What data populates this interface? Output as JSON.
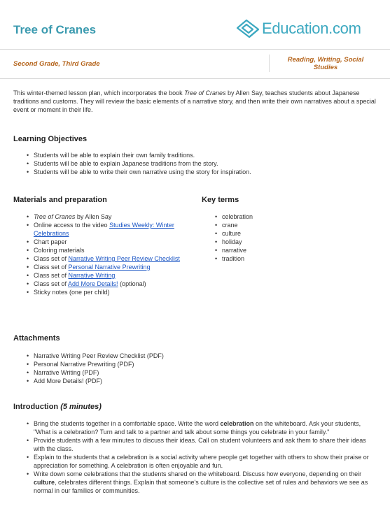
{
  "header": {
    "title": "Tree of Cranes",
    "logo_text": "Education.com"
  },
  "meta": {
    "grade": "Second Grade, Third Grade",
    "subjects_line1": "Reading, Writing, Social",
    "subjects_line2": "Studies"
  },
  "summary": {
    "part1": "This winter-themed lesson plan, which incorporates the book ",
    "book": "Tree of Cranes",
    "part2": " by Allen Say, teaches students about Japanese traditions and customs. They will review the basic elements of a narrative story, and then write their own narratives about a special event or moment in their life."
  },
  "objectives": {
    "heading": "Learning Objectives",
    "items": [
      "Students will be able to explain their own family traditions.",
      "Students will be able to explain Japanese traditions from the story.",
      "Students will be able to write their own narrative using the story for inspiration."
    ]
  },
  "materials": {
    "heading": "Materials and preparation",
    "book_title": "Tree of Cranes",
    "book_author": " by Allen Say",
    "video_prefix": "Online access to the video ",
    "video_link": "Studies Weekly: Winter Celebrations",
    "chart_paper": "Chart paper",
    "coloring": "Coloring materials",
    "class_set_of": "Class set of ",
    "peer_review_link": "Narrative Writing Peer Review Checklist",
    "prewriting_link": "Personal Narrative Prewriting",
    "narrative_link": "Narrative Writing",
    "details_link": "Add More Details!",
    "optional": " (optional)",
    "sticky": "Sticky notes (one per child)"
  },
  "key_terms": {
    "heading": "Key terms",
    "items": [
      "celebration",
      "crane",
      "culture",
      "holiday",
      "narrative",
      "tradition"
    ]
  },
  "attachments": {
    "heading": "Attachments",
    "items": [
      "Narrative Writing Peer Review Checklist (PDF)",
      "Personal Narrative Prewriting (PDF)",
      "Narrative Writing (PDF)",
      "Add More Details! (PDF)"
    ]
  },
  "introduction": {
    "heading": "Introduction",
    "minutes": "(5 minutes)",
    "item1_a": "Bring the students together in a comfortable space. Write the word ",
    "item1_bold": "celebration",
    "item1_b": " on the whiteboard. Ask your students, \"What is a celebration? Turn and talk to a partner and talk about some things you celebrate in your family.\"",
    "item2": "Provide students with a few minutes to discuss their ideas. Call on student volunteers and ask them to share their ideas with the class.",
    "item3": "Explain to the students that a celebration is a social activity where people get together with others to show their praise or appreciation for something. A celebration is often enjoyable and fun.",
    "item4_a": "Write down some celebrations that the students shared on the whiteboard. Discuss how everyone, depending on their ",
    "item4_bold": "culture",
    "item4_b": ", celebrates different things. Explain that someone's culture is the collective set of rules and behaviors we see as normal in our families or communities."
  },
  "colors": {
    "title": "#3c9bb0",
    "logo": "#3ba8c0",
    "grade": "#b5651d",
    "link": "#1a55c4"
  }
}
